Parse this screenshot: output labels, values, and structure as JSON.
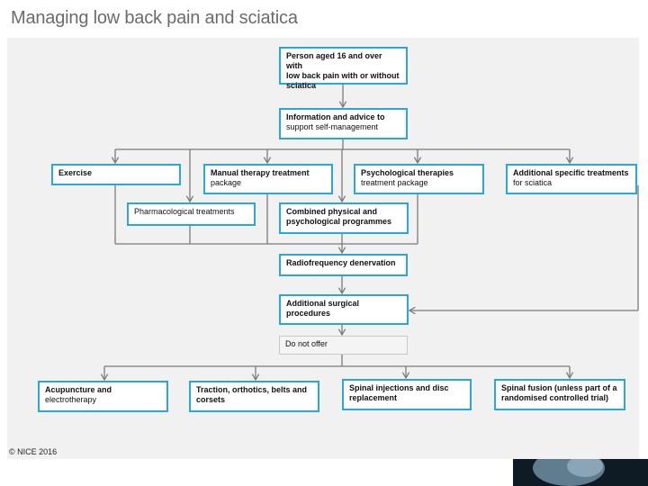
{
  "title": "Managing low back pain and sciatica",
  "copyright": "© NICE 2016",
  "colors": {
    "box_border": "#2aa7d7",
    "panel_bg": "#f1f1f1",
    "connector": "#7a7a7a"
  },
  "nodes": {
    "person": {
      "line1": "Person aged 16 and over with",
      "line2": "low back pain with or without",
      "line3": "sciatica"
    },
    "info": {
      "line1": "Information and advice to",
      "line2": "support self-management"
    },
    "exercise": {
      "line1": "Exercise"
    },
    "manual": {
      "line1": "Manual therapy treatment",
      "line2": "package"
    },
    "psych": {
      "line1": "Psychological therapies",
      "line2": "treatment package"
    },
    "additional_specific": {
      "line1": "Additional specific treatments",
      "line2": "for sciatica"
    },
    "pharma": {
      "line1": "Pharmacological treatments"
    },
    "combined": {
      "line1": "Combined physical and",
      "line2": "psychological programmes"
    },
    "radiofrequency": {
      "line1": "Radiofrequency denervation"
    },
    "surgical": {
      "line1": "Additional surgical procedures"
    },
    "do_not_offer": {
      "line1": "Do not offer"
    },
    "acupuncture": {
      "line1": "Acupuncture and",
      "line2": "electrotherapy"
    },
    "traction": {
      "line1": "Traction, orthotics, belts and",
      "line2": "corsets"
    },
    "spinal_injections": {
      "line1": "Spinal injections and disc",
      "line2": "replacement"
    },
    "spinal_fusion": {
      "line1": "Spinal fusion (unless part of a",
      "line2": "randomised controlled trial)"
    }
  }
}
